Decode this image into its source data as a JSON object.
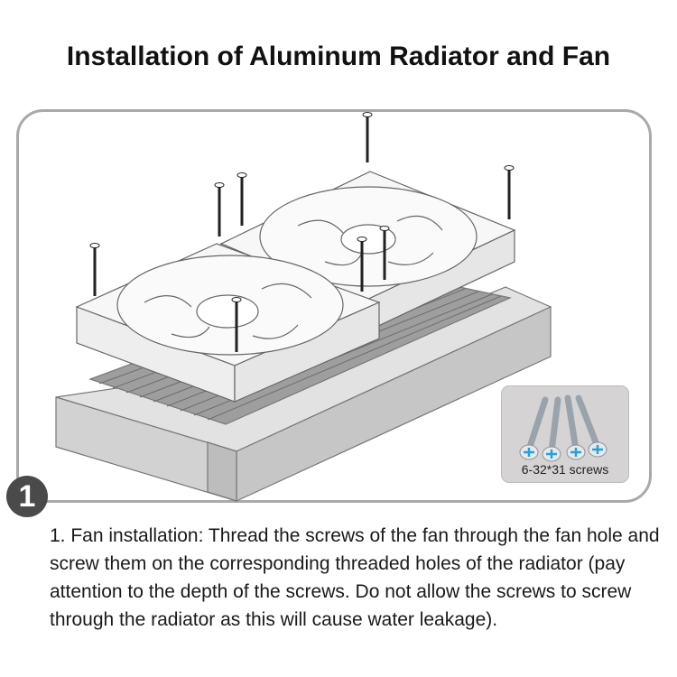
{
  "title": "Installation of Aluminum Radiator and Fan",
  "step_number": "1",
  "inset": {
    "caption": "6-32*31 screws"
  },
  "instructions": "1. Fan installation: Thread the screws of the fan through the fan hole and screw them on the corresponding threaded holes of the radiator (pay attention to the depth of the screws. Do not allow the screws to screw through the radiator as this will cause water leakage).",
  "colors": {
    "frame": "#a9a9a9",
    "badge": "#4a4a4a",
    "inset_bg": "#d6d3d4",
    "screw_accent": "#2a9fd6"
  }
}
